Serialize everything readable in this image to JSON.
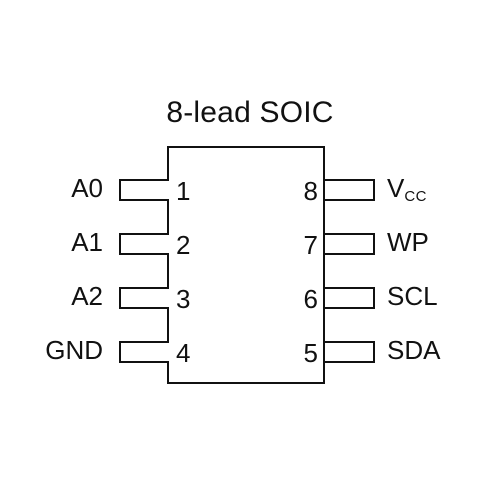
{
  "diagram": {
    "title": "8-lead SOIC",
    "left_pins": [
      {
        "number": "1",
        "label": "A0"
      },
      {
        "number": "2",
        "label": "A1"
      },
      {
        "number": "3",
        "label": "A2"
      },
      {
        "number": "4",
        "label": "GND"
      }
    ],
    "right_pins": [
      {
        "number": "8",
        "label": "V",
        "label_sub": "CC"
      },
      {
        "number": "7",
        "label": "WP"
      },
      {
        "number": "6",
        "label": "SCL"
      },
      {
        "number": "5",
        "label": "SDA"
      }
    ]
  }
}
